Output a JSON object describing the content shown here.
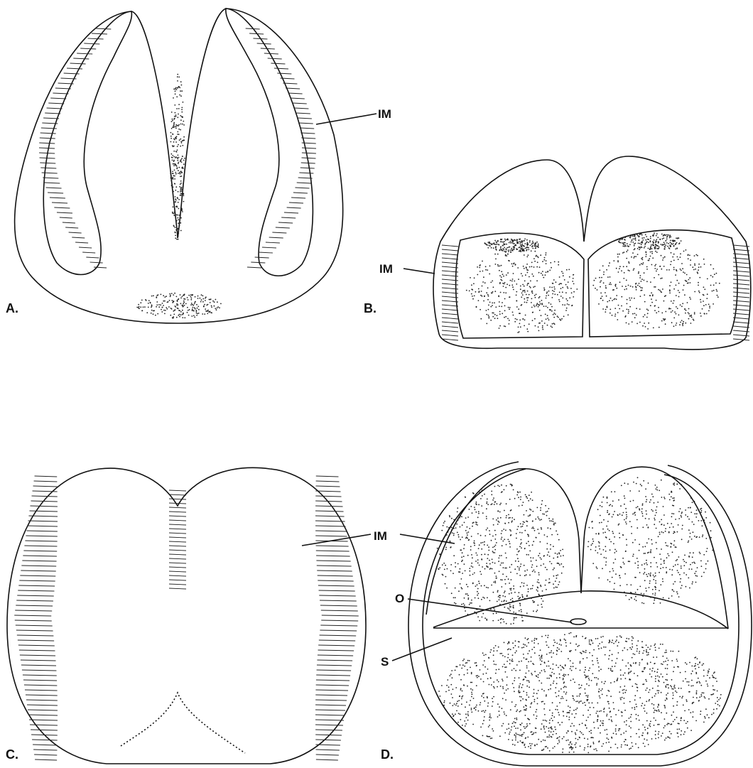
{
  "figure": {
    "panels": [
      {
        "id": "A",
        "label": "A."
      },
      {
        "id": "B",
        "label": "B."
      },
      {
        "id": "C",
        "label": "C."
      },
      {
        "id": "D",
        "label": "D."
      }
    ],
    "annotations": {
      "A": {
        "im": "IM"
      },
      "B": {
        "im": "IM"
      },
      "C": {
        "im": "IM"
      },
      "D": {
        "o": "O",
        "s": "S"
      }
    }
  },
  "colors": {
    "ink": "#111111",
    "background": "#ffffff"
  }
}
